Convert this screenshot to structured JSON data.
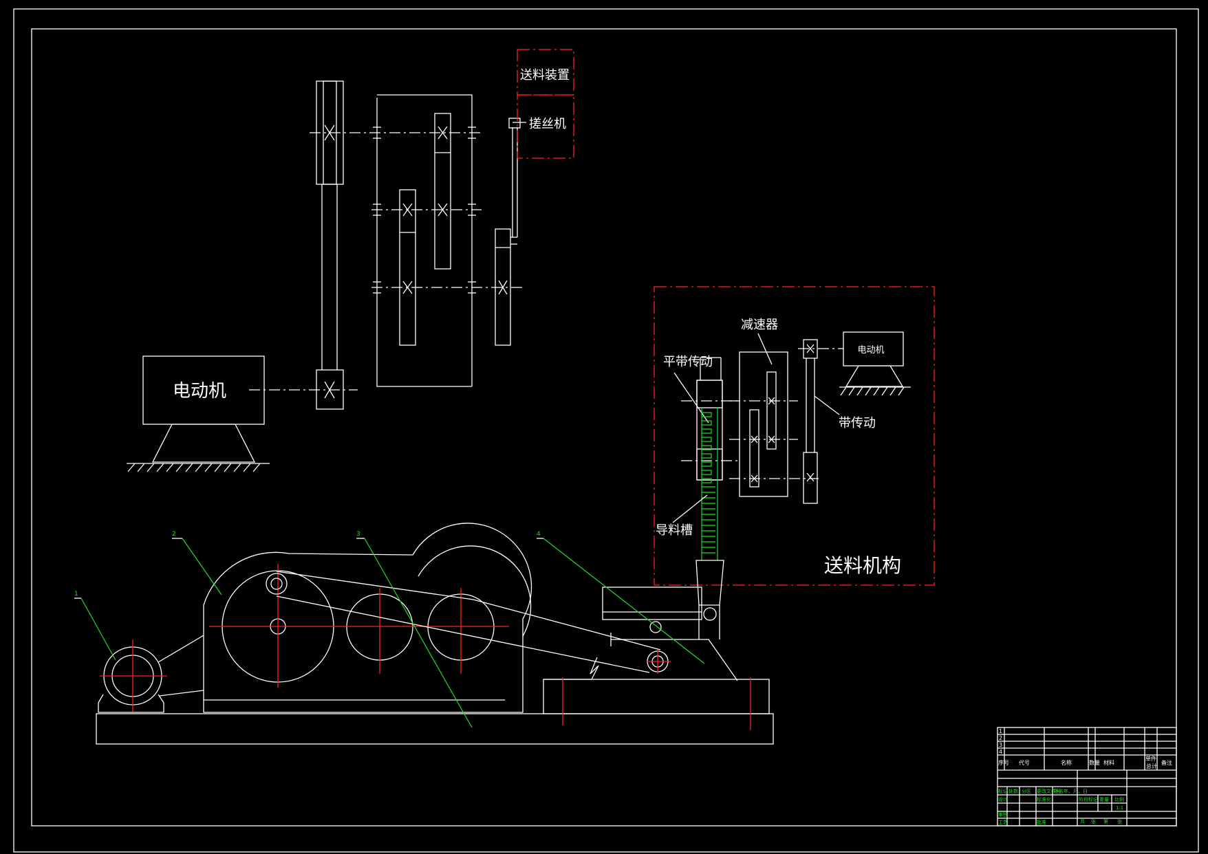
{
  "labels": {
    "feed_device": "送料装置",
    "thread_rolling_machine": "搓丝机",
    "motor_main": "电动机",
    "motor_small": "电动机",
    "reducer": "减速器",
    "flat_belt_drive": "平带传动",
    "belt_drive": "带传动",
    "guide_chute": "导料槽",
    "feed_mechanism": "送料机构"
  },
  "part_numbers": [
    "1",
    "2",
    "3",
    "4"
  ],
  "title_block": {
    "header": [
      "序号",
      "代号",
      "名称",
      "数量",
      "材料",
      "单件",
      "总计",
      "备注"
    ],
    "mass_label": "重量",
    "parts_rows": [
      "1",
      "2",
      "3",
      "4"
    ],
    "sign_left": [
      "标记",
      "处数",
      "分区",
      "更改文件号",
      "签名",
      "年、月、日"
    ],
    "sign_rows": [
      "设计",
      "审核",
      "工艺"
    ],
    "std_label": "标准化",
    "approve_label": "批准",
    "stage_labels": [
      "阶段标记",
      "重量",
      "比例"
    ],
    "scale": "1:1",
    "sheet_text": [
      "共",
      "张",
      "第",
      "张"
    ]
  },
  "colors": {
    "background": "#000000",
    "line": "#ffffff",
    "center_line": "#ff2020",
    "leader": "#22dd22"
  }
}
